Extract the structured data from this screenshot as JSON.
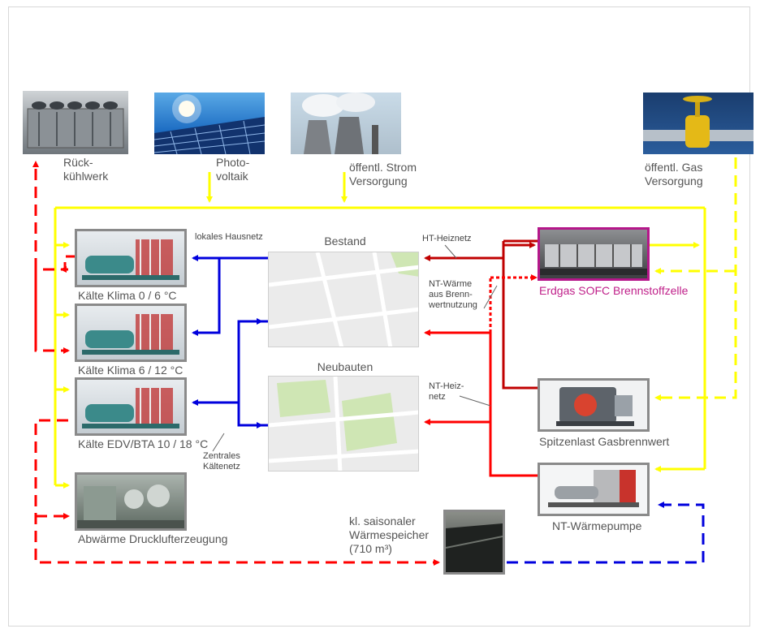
{
  "sources": {
    "rueckkuehlwerk": "Rück-\nkühlwerk",
    "photovoltaik": "Photo-\nvoltaik",
    "strom": "öffentl. Strom\nVersorgung",
    "gas": "öffentl. Gas\nVersorgung"
  },
  "consumers": {
    "klima_0_6": "Kälte Klima 0 / 6 °C",
    "klima_6_12": "Kälte Klima 6 / 12 °C",
    "edv_bta": "Kälte EDV/BTA 10 / 18 °C",
    "druckluft": "Abwärme Drucklufterzeugung"
  },
  "buildings": {
    "bestand": "Bestand",
    "neubauten": "Neubauten"
  },
  "generators": {
    "sofc": "Erdgas SOFC Brennstoffzelle",
    "spitzenlast": "Spitzenlast Gasbrennwert",
    "waermepumpe": "NT-Wärmepumpe"
  },
  "storage": {
    "label": "kl. saisonaler\nWärmespeicher\n(710 m³)"
  },
  "networks": {
    "hausnetz": "lokales Hausnetz",
    "ht_heiznetz": "HT-Heiznetz",
    "nt_waerme_brennwert": "NT-Wärme\naus Brenn-\nwertnutzung",
    "nt_heiznetz": "NT-Heiz-\nnetz",
    "kaeltenetz": "Zentrales\nKältenetz"
  },
  "colors": {
    "electricity": "#ffff00",
    "gas": "#ffff00",
    "heat": "#c00000",
    "heat_bright": "#ff0000",
    "cold": "#0000dd",
    "accent_sofc": "#b5178a",
    "box_border": "#8a8a8a"
  }
}
